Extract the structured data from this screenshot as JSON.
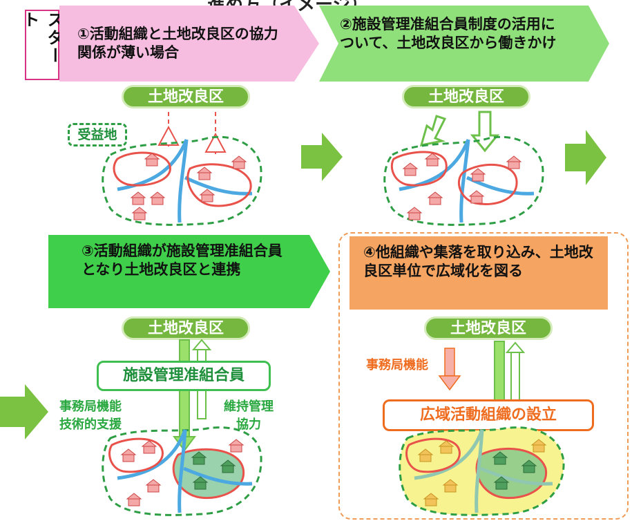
{
  "title": "進め方（イメージ）",
  "start_label": "スタート",
  "steps": [
    {
      "text": "①活動組織と土地改良区の協力関係が薄い場合"
    },
    {
      "text": "②施設管理准組合員制度の活用について、土地改良区から働きかけ"
    },
    {
      "text": "③活動組織が施設管理准組合員となり土地改良区と連携"
    },
    {
      "text": "④他組織や集落を取り込み、土地改良区単位で広域化を図る"
    }
  ],
  "labels": {
    "land_improvement_district": "土地改良区",
    "beneficiary_area": "受益地",
    "associate_member": "施設管理准組合員",
    "secretariat_support": "事務局機能\n技術的支援",
    "maintenance_cooperation": "維持管理\n協力",
    "secretariat_function": "事務局機能",
    "wide_area_org": "広域活動組織の設立"
  },
  "colors": {
    "green": "#76b83f",
    "pink": "#f7bde0",
    "light_green": "#8fe07a",
    "orange": "#f5a462",
    "red_outline": "#e8524a",
    "river": "#4ba8e0",
    "yellow_area": "#f7f391"
  }
}
